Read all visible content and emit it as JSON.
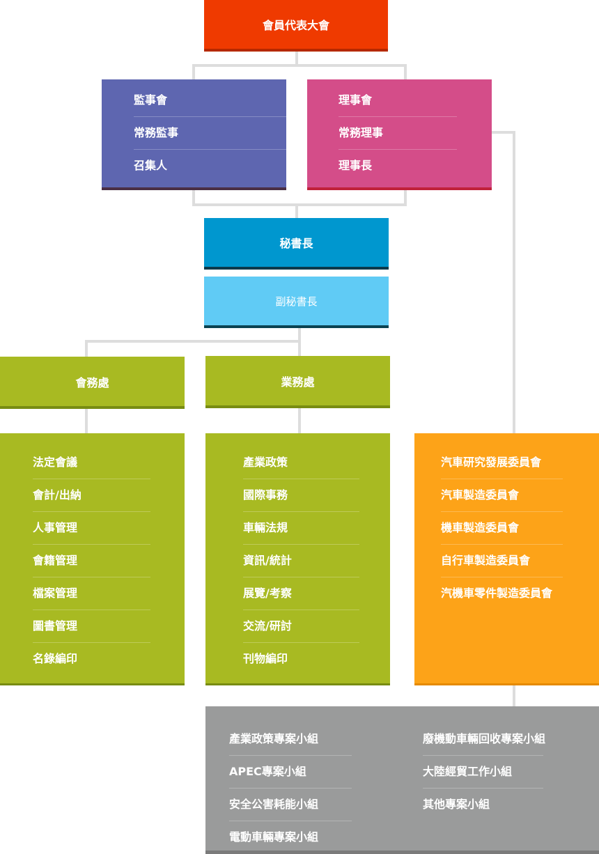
{
  "colors": {
    "top": "#ef3a00",
    "supervisors": "#5e66b0",
    "directors": "#d44d89",
    "secretary": "#0097cf",
    "deputy": "#60cbf5",
    "green": "#a8ba22",
    "orange": "#fda318",
    "gray": "#9a9b9b",
    "connector": "#dddddd"
  },
  "top": {
    "label": "會員代表大會"
  },
  "supervisors": {
    "items": [
      "監事會",
      "常務監事",
      "召集人"
    ]
  },
  "directors": {
    "items": [
      "理事會",
      "常務理事",
      "理事長"
    ]
  },
  "secretary": {
    "label": "秘書長"
  },
  "deputy": {
    "label": "副秘書長"
  },
  "member_affairs": {
    "label": "會務處",
    "items": [
      "法定會議",
      "會計/出納",
      "人事管理",
      "會籍管理",
      "檔案管理",
      "圖書管理",
      "名錄編印"
    ]
  },
  "business_affairs": {
    "label": "業務處",
    "items": [
      "產業政策",
      "國際事務",
      "車輛法規",
      "資訊/統計",
      "展覽/考察",
      "交流/研討",
      "刊物編印"
    ]
  },
  "committees": {
    "items": [
      "汽車研究發展委員會",
      "汽車製造委員會",
      "機車製造委員會",
      "自行車製造委員會",
      "汽機車零件製造委員會"
    ]
  },
  "project_groups": {
    "left": [
      "產業政策專案小組",
      "APEC專案小組",
      "安全公害耗能小組",
      "電動車輛專案小組"
    ],
    "right": [
      "廢機動車輛回收專案小組",
      "大陸經貿工作小組",
      "其他專案小組"
    ]
  }
}
